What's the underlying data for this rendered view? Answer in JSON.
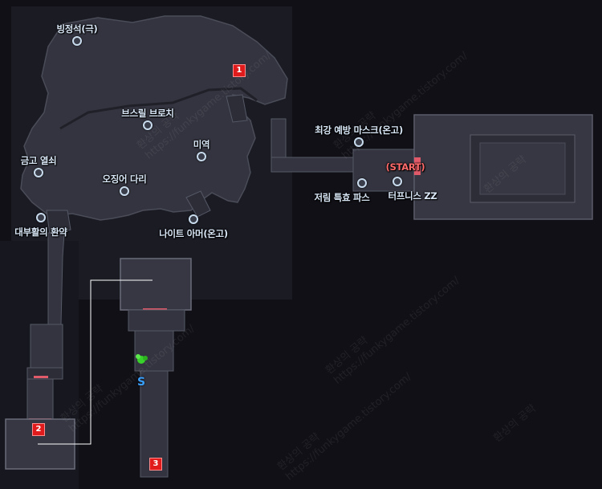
{
  "colors": {
    "background": "#101016",
    "terrain": "#33343f",
    "terrain_edge": "#4b4d5a",
    "door": "#e05a6a",
    "route": "#ffffff",
    "badge": "#e11b1b",
    "start": "#ff6a6a",
    "label": "#d8e6f6",
    "spawn": "#3aa0ff",
    "enemy": "#39d12b"
  },
  "labels": {
    "ice_stone": "빙정석(극)",
    "brooch": "브스릴 브로치",
    "seaweed": "미역",
    "gold_key": "금고 열쇠",
    "squid_leg": "오징어 다리",
    "resurrection_ring": "대부활의 환약",
    "knight_armor": "나이트 아머(온고)",
    "strongest_mask": "최강 예방 마스크(온고)",
    "cheap_pass": "저림 특효 파스",
    "start": "(START)",
    "tifnis": "터프니스 ZZ"
  },
  "badges": {
    "b1": "1",
    "b2": "2",
    "b3": "3"
  },
  "spawn_label": "S",
  "watermark": {
    "line1": "환상의 공략",
    "line2": "https://funkygame.tistory.com/"
  }
}
